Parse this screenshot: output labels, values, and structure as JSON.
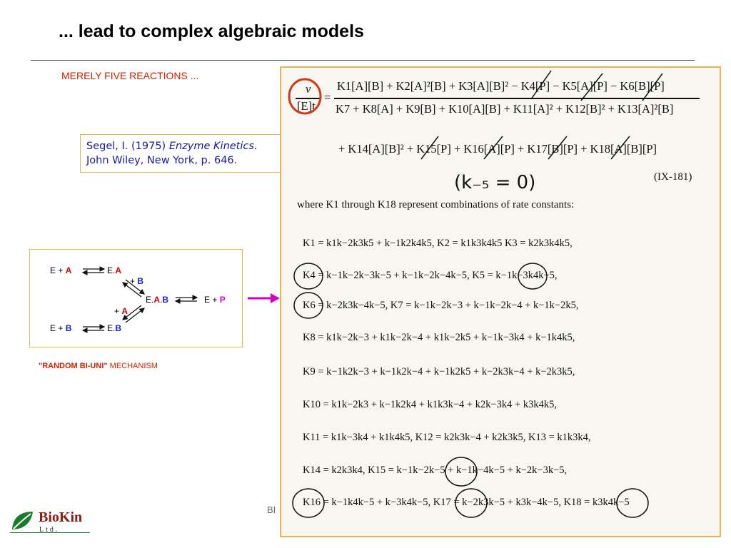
{
  "slide": {
    "title": "... lead to complex algebraic models",
    "section_label": "MERELY FIVE REACTIONS ...",
    "footer_text": "BI"
  },
  "citation": {
    "prefix": "Segel, I. (1975) ",
    "book": "Enzyme Kinetics",
    "suffix": ".",
    "line2": "John Wiley, New York, p. 646."
  },
  "mechanism": {
    "row1_left": "E +",
    "row1_left_species": "A",
    "row1_right": "E.",
    "row1_right_species": "A",
    "plus_b_sign": "+",
    "plus_b_species": "B",
    "center_prefix": "E.",
    "center_a": "A",
    "center_dot": ".",
    "center_b": "B",
    "product_left": "E +",
    "product_species": "P",
    "plus_a_sign": "+",
    "plus_a_species": "A",
    "row2_left": "E +",
    "row2_left_species": "B",
    "row2_right": "E.",
    "row2_right_species": "B",
    "caption_bold": "\"RANDOM BI-UNI\"",
    "caption_rest": " MECHANISM"
  },
  "scan": {
    "lhs_numerator": "v",
    "lhs_denominator": "[E]t",
    "numerator": "K1[A][B] + K2[A]²[B] + K3[A][B]² − K4[P] − K5[A][P] − K6[B][P]",
    "denominator": "K7 + K8[A] + K9[B] + K10[A][B] + K11[A]² + K12[B]² + K13[A]²[B]",
    "denominator_cont": "+ K14[A][B]² + K15[P] + K16[A][P] + K17[B][P] + K18[A][B][P]",
    "handwritten": "(k₋₅ = 0)",
    "eq_number": "(IX-181)",
    "where_text": "where K1 through K18 represent combinations of rate constants:",
    "k_lines": [
      "K1 = k1k−2k3k5 + k−1k2k4k5,      K2 = k1k3k4k5                         K3 = k2k3k4k5,",
      "K4 = k−1k−2k−3k−5 + k−1k−2k−4k−5,     K5 = k−1k−3k4k−5,",
      "K6 = k−2k3k−4k−5,                    K7 = k−1k−2k−3 + k−1k−2k−4 + k−1k−2k5,",
      "K8 = k1k−2k−3 + k1k−2k−4 + k1k−2k5 + k−1k−3k4 + k−1k4k5,",
      "K9 = k−1k2k−3 + k−1k2k−4 + k−1k2k5 + k−2k3k−4 + k−2k3k5,",
      "K10 = k1k−2k3 + k−1k2k4 + k1k3k−4 + k2k−3k4 + k3k4k5,",
      "K11 = k1k−3k4 + k1k4k5,           K12 = k2k3k−4 + k2k3k5,            K13 = k1k3k4,",
      "K14 = k2k3k4,                         K15 = k−1k−2k−5 + k−1k−4k−5 + k−2k−3k−5,",
      "K16 = k−1k4k−5 + k−3k4k−5,      K17 = k−2k3k−5 + k3k−4k−5,      K18 = k3k4k−5"
    ]
  },
  "logo": {
    "name": "BioKin",
    "sub": "Ltd."
  },
  "colors": {
    "title_text": "#000000",
    "accent_red": "#cc2200",
    "citation_blue": "#1a1aa0",
    "box_border": "#e8b54a",
    "arrow_magenta": "#d400c8",
    "logo_red": "#8a1c10",
    "logo_green": "#1c7a2c"
  }
}
